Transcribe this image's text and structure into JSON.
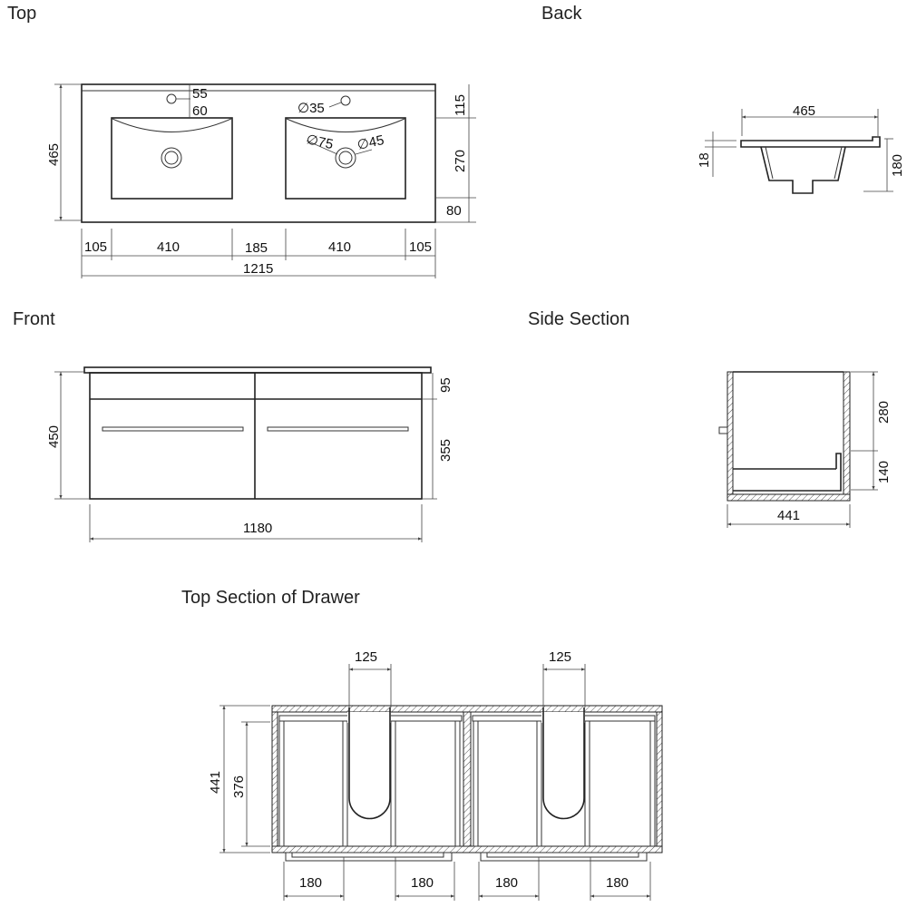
{
  "views": {
    "top": {
      "title": "Top",
      "dims": {
        "depth": "465",
        "hole_offset_a": "55",
        "hole_offset_b": "60",
        "tap_hole": "∅35",
        "overflow": "∅75",
        "drain": "∅45",
        "back_margin": "115",
        "basin_depth": "270",
        "front_margin": "80",
        "left_edge": "105",
        "basin_left": "410",
        "between": "185",
        "basin_right": "410",
        "right_edge": "105",
        "total_width": "1215"
      }
    },
    "back": {
      "title": "Back",
      "dims": {
        "depth": "465",
        "thickness": "18",
        "height": "180"
      }
    },
    "front": {
      "title": "Front",
      "dims": {
        "height": "450",
        "top_rail": "95",
        "drawer": "355",
        "width": "1180"
      }
    },
    "side": {
      "title": "Side Section",
      "dims": {
        "upper": "280",
        "lower": "140",
        "depth": "441"
      }
    },
    "drawer": {
      "title": "Top Section of Drawer",
      "dims": {
        "cutout_left": "125",
        "cutout_right": "125",
        "outer_depth": "441",
        "inner_depth": "376",
        "w1": "180",
        "w2": "180",
        "w3": "180",
        "w4": "180"
      }
    }
  }
}
